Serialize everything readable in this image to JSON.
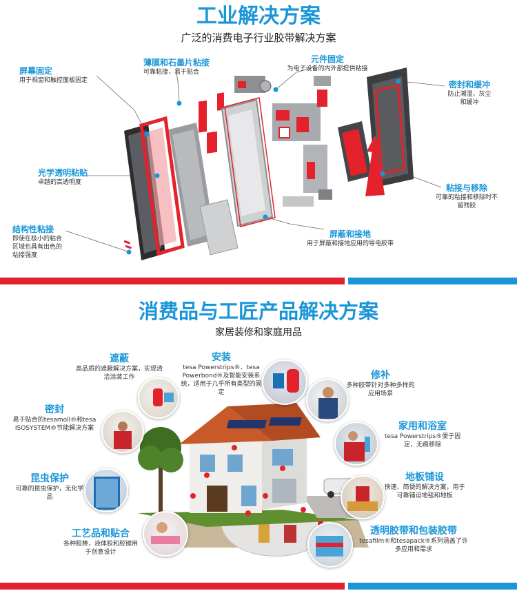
{
  "industrial": {
    "title": "工业解决方案",
    "subtitle": "广泛的消费电子行业胶带解决方案",
    "labels": [
      {
        "title": "屏幕固定",
        "desc": "用于视窗和触控面板固定"
      },
      {
        "title": "薄膜和石墨片粘接",
        "desc": "可靠粘接，易于贴合"
      },
      {
        "title": "元件固定",
        "desc": "为电子设备的内外部提供粘接"
      },
      {
        "title": "密封和缓冲",
        "desc": "防止潮湿，灰尘和缓冲"
      },
      {
        "title": "光学透明粘贴",
        "desc": "卓越的高透明度"
      },
      {
        "title": "粘接与移除",
        "desc": "可靠的粘接和移除时不留残胶"
      },
      {
        "title": "结构性粘接",
        "desc": "即使在极小的粘合区域也具有出色的粘接强度"
      },
      {
        "title": "屏蔽和接地",
        "desc": "用于屏蔽和接地应用的导电胶带"
      }
    ]
  },
  "consumer": {
    "title": "消费品与工匠产品解决方案",
    "subtitle": "家居装修和家庭用品",
    "items": [
      {
        "title": "遮蔽",
        "desc": "高品质的遮蔽解决方案，实现清洁涂装工作"
      },
      {
        "title": "安装",
        "desc": "tesa Powerstrips®、tesa Powerbond®及智能安装系统，适用于几乎所有类型的固定"
      },
      {
        "title": "修补",
        "desc": "多种胶带针对多种多样的应用场景"
      },
      {
        "title": "密封",
        "desc": "易于贴合的tesamoll®和tesa ISOSYSTEM®节能解决方案"
      },
      {
        "title": "家用和浴室",
        "desc": "tesa Powerstrips®便于固定，无痕移除"
      },
      {
        "title": "昆虫保护",
        "desc": "可靠的昆虫保护，无化学品"
      },
      {
        "title": "地板铺设",
        "desc": "快速、简便的解决方案，用于可靠铺设地毯和地板"
      },
      {
        "title": "工艺品和贴合",
        "desc": "各种胶棒，液体胶和胶键用于创意设计"
      },
      {
        "title": "透明胶带和包装胶带",
        "desc": "tesafilm®和tesapack®系列涵盖了许多应用和需求"
      }
    ]
  },
  "colors": {
    "accent": "#1a96d8",
    "red": "#e3222b",
    "blue_band": "#1a96d8"
  }
}
